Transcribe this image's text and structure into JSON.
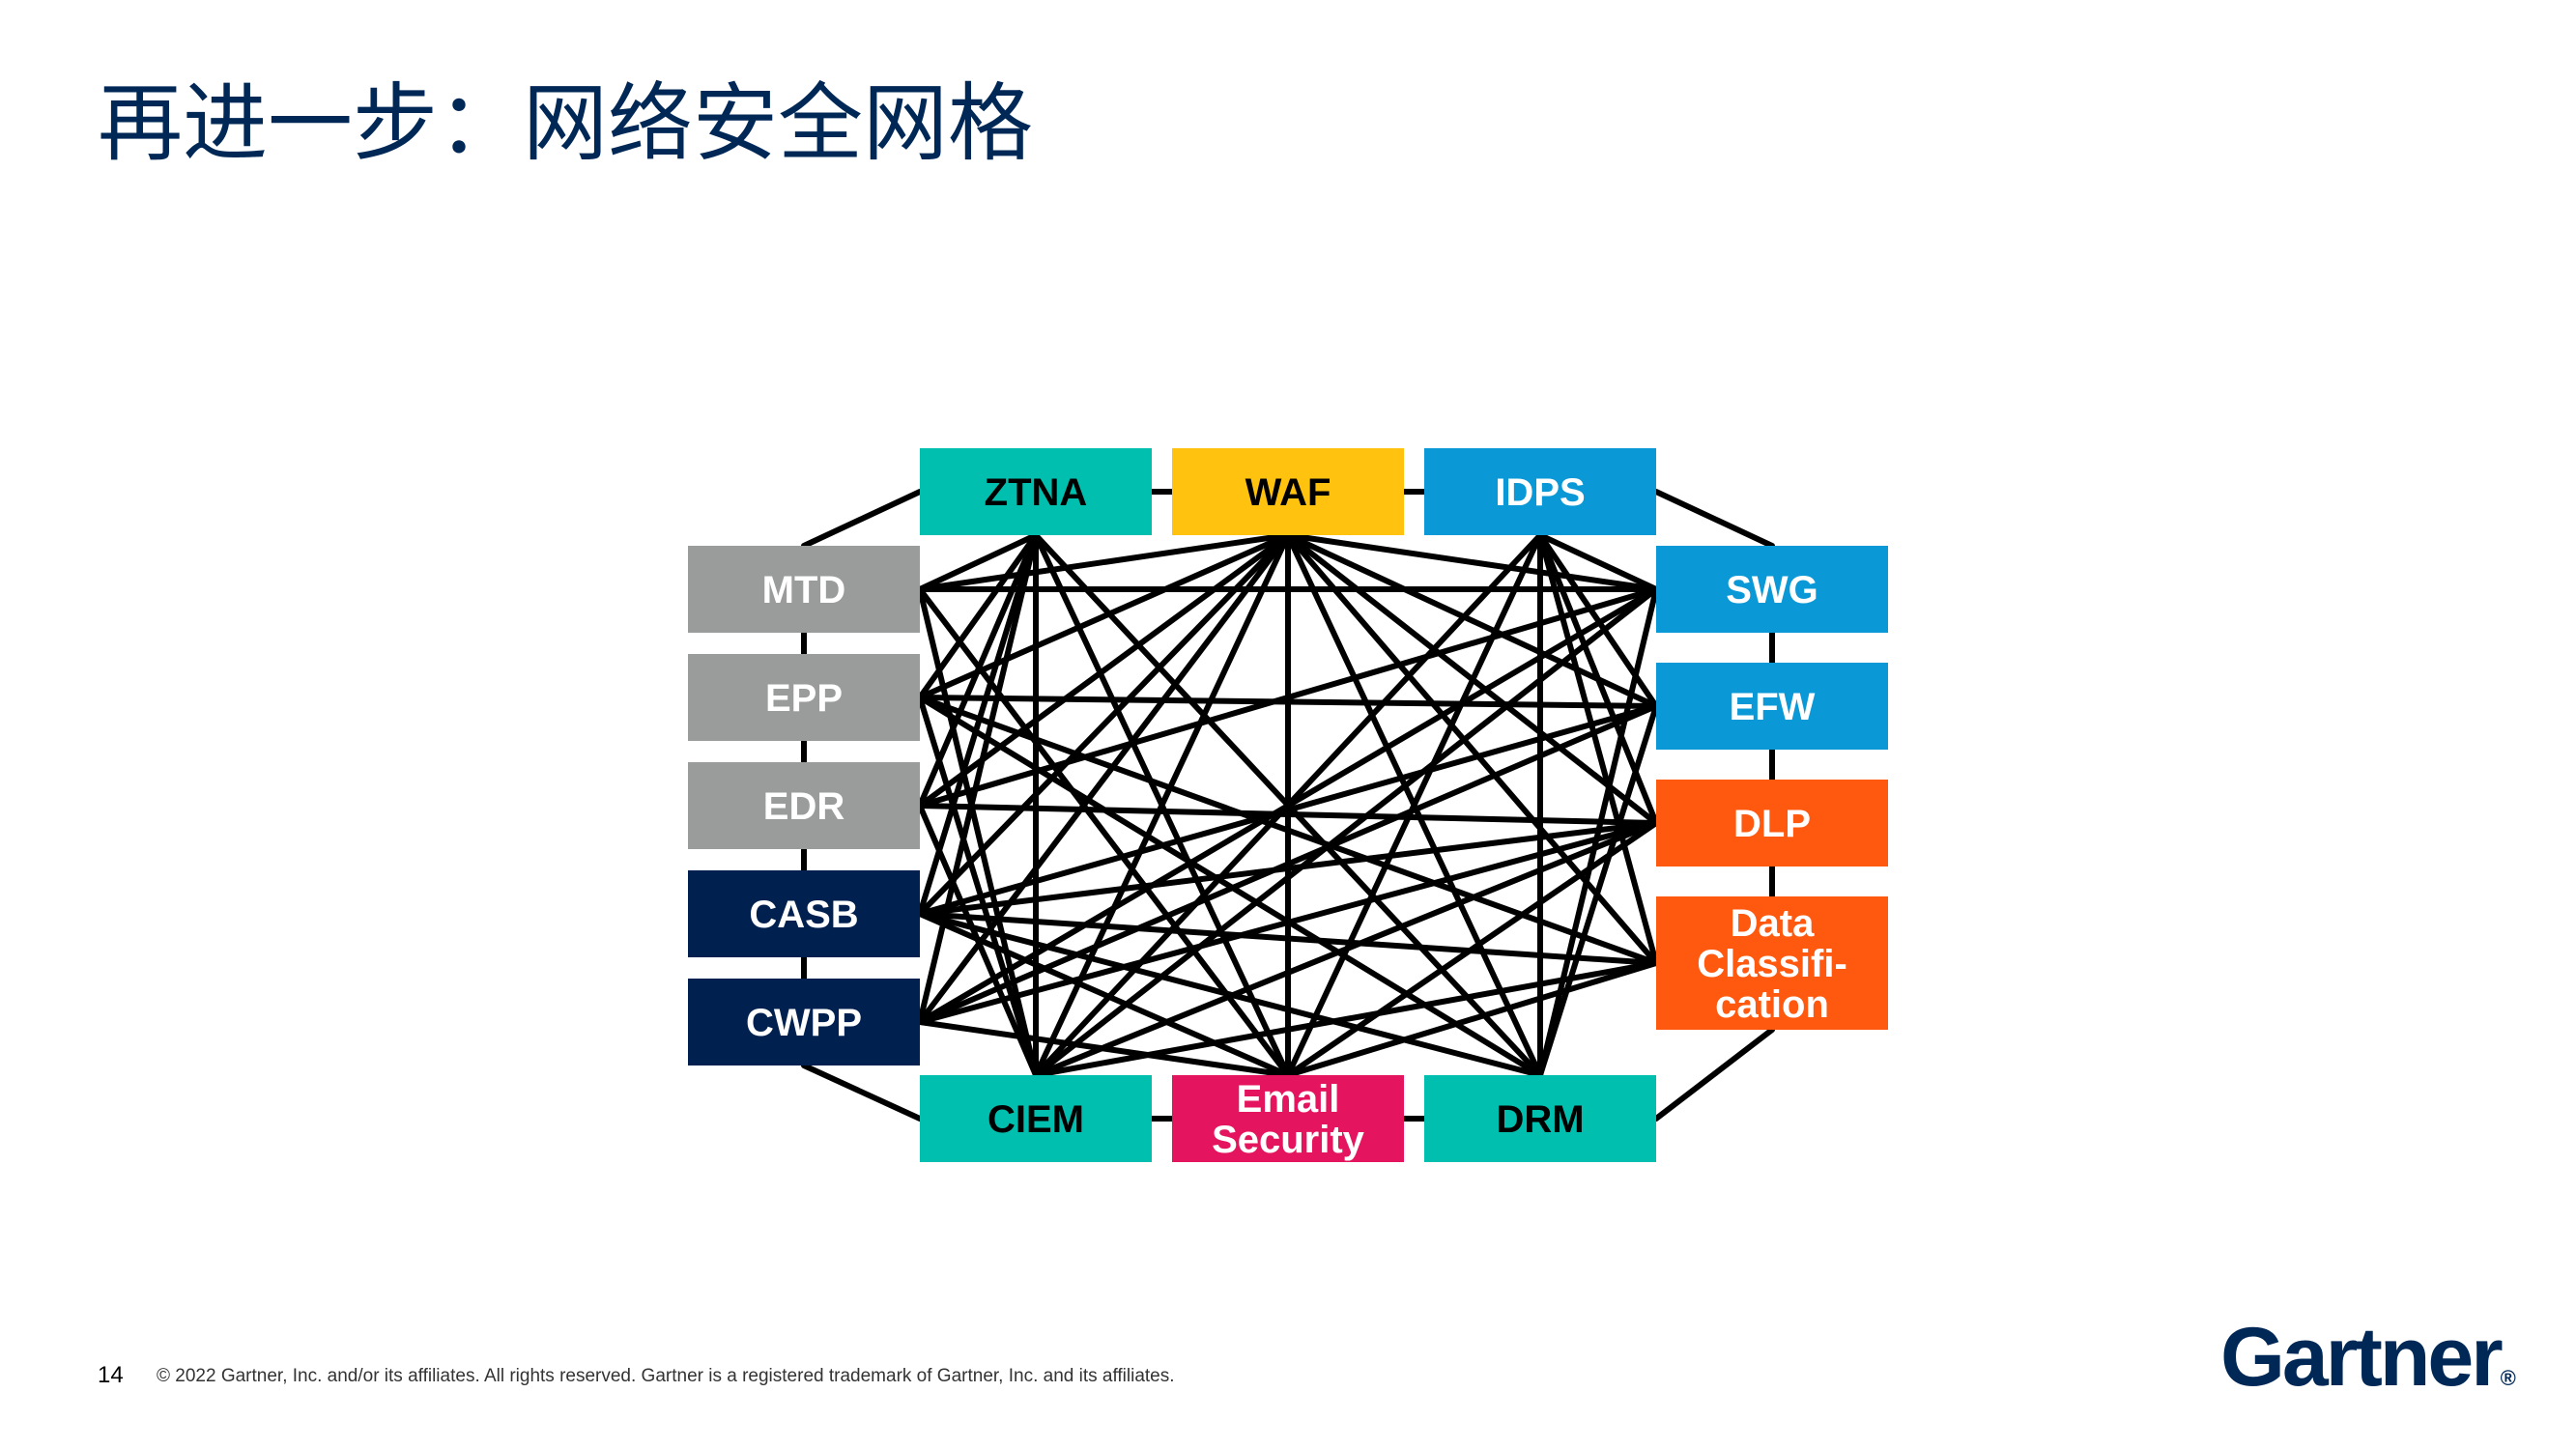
{
  "slide": {
    "title": "再进一步：网络安全网格",
    "page_number": "14",
    "copyright": "© 2022 Gartner, Inc. and/or its affiliates. All rights reserved. Gartner is a registered trademark of Gartner, Inc. and its affiliates.",
    "logo_text": "Gartner",
    "logo_mark": "®"
  },
  "colors": {
    "title": "#002856",
    "teal": "#00BFAE",
    "yellow": "#FFC20E",
    "blue": "#0A98D6",
    "gray": "#9A9C9C",
    "navy": "#00204F",
    "orange": "#FF580F",
    "magenta": "#E5145E",
    "line": "#000000"
  },
  "nodes": [
    {
      "id": "ztna",
      "lines": [
        "ZTNA"
      ],
      "color": "teal",
      "text_color": "#000000"
    },
    {
      "id": "waf",
      "lines": [
        "WAF"
      ],
      "color": "yellow",
      "text_color": "#000000"
    },
    {
      "id": "idps",
      "lines": [
        "IDPS"
      ],
      "color": "blue",
      "text_color": "#FFFFFF"
    },
    {
      "id": "mtd",
      "lines": [
        "MTD"
      ],
      "color": "gray",
      "text_color": "#FFFFFF"
    },
    {
      "id": "epp",
      "lines": [
        "EPP"
      ],
      "color": "gray",
      "text_color": "#FFFFFF"
    },
    {
      "id": "edr",
      "lines": [
        "EDR"
      ],
      "color": "gray",
      "text_color": "#FFFFFF"
    },
    {
      "id": "casb",
      "lines": [
        "CASB"
      ],
      "color": "navy",
      "text_color": "#FFFFFF"
    },
    {
      "id": "cwpp",
      "lines": [
        "CWPP"
      ],
      "color": "navy",
      "text_color": "#FFFFFF"
    },
    {
      "id": "swg",
      "lines": [
        "SWG"
      ],
      "color": "blue",
      "text_color": "#FFFFFF"
    },
    {
      "id": "efw",
      "lines": [
        "EFW"
      ],
      "color": "blue",
      "text_color": "#FFFFFF"
    },
    {
      "id": "dlp",
      "lines": [
        "DLP"
      ],
      "color": "orange",
      "text_color": "#FFFFFF"
    },
    {
      "id": "dataclass",
      "lines": [
        "Data",
        "Classifi-",
        "cation"
      ],
      "color": "orange",
      "text_color": "#FFFFFF"
    },
    {
      "id": "ciem",
      "lines": [
        "CIEM"
      ],
      "color": "teal",
      "text_color": "#000000"
    },
    {
      "id": "email",
      "lines": [
        "Email",
        "Security"
      ],
      "color": "magenta",
      "text_color": "#FFFFFF"
    },
    {
      "id": "drm",
      "lines": [
        "DRM"
      ],
      "color": "teal",
      "text_color": "#000000"
    }
  ],
  "ring_edges": [
    [
      "ztna",
      "waf"
    ],
    [
      "waf",
      "idps"
    ],
    [
      "idps",
      "swg"
    ],
    [
      "swg",
      "efw"
    ],
    [
      "efw",
      "dlp"
    ],
    [
      "dlp",
      "dataclass"
    ],
    [
      "dataclass",
      "drm"
    ],
    [
      "drm",
      "email"
    ],
    [
      "email",
      "ciem"
    ],
    [
      "ciem",
      "cwpp"
    ],
    [
      "cwpp",
      "casb"
    ],
    [
      "casb",
      "edr"
    ],
    [
      "edr",
      "epp"
    ],
    [
      "epp",
      "mtd"
    ],
    [
      "mtd",
      "ztna"
    ]
  ],
  "mesh_edges": [
    [
      "ztna",
      "ciem"
    ],
    [
      "ztna",
      "email"
    ],
    [
      "ztna",
      "drm"
    ],
    [
      "ztna",
      "mtd"
    ],
    [
      "ztna",
      "epp"
    ],
    [
      "ztna",
      "edr"
    ],
    [
      "ztna",
      "casb"
    ],
    [
      "ztna",
      "cwpp"
    ],
    [
      "waf",
      "ciem"
    ],
    [
      "waf",
      "email"
    ],
    [
      "waf",
      "drm"
    ],
    [
      "waf",
      "mtd"
    ],
    [
      "waf",
      "epp"
    ],
    [
      "waf",
      "edr"
    ],
    [
      "waf",
      "casb"
    ],
    [
      "waf",
      "cwpp"
    ],
    [
      "waf",
      "swg"
    ],
    [
      "waf",
      "efw"
    ],
    [
      "waf",
      "dlp"
    ],
    [
      "waf",
      "dataclass"
    ],
    [
      "idps",
      "ciem"
    ],
    [
      "idps",
      "email"
    ],
    [
      "idps",
      "drm"
    ],
    [
      "idps",
      "swg"
    ],
    [
      "idps",
      "efw"
    ],
    [
      "idps",
      "dlp"
    ],
    [
      "idps",
      "dataclass"
    ],
    [
      "mtd",
      "swg"
    ],
    [
      "mtd",
      "ciem"
    ],
    [
      "mtd",
      "email"
    ],
    [
      "epp",
      "dataclass"
    ],
    [
      "epp",
      "ciem"
    ],
    [
      "epp",
      "efw"
    ],
    [
      "epp",
      "drm"
    ],
    [
      "edr",
      "swg"
    ],
    [
      "edr",
      "dlp"
    ],
    [
      "edr",
      "ciem"
    ],
    [
      "casb",
      "dlp"
    ],
    [
      "casb",
      "dataclass"
    ],
    [
      "casb",
      "efw"
    ],
    [
      "casb",
      "drm"
    ],
    [
      "casb",
      "email"
    ],
    [
      "cwpp",
      "efw"
    ],
    [
      "cwpp",
      "dlp"
    ],
    [
      "cwpp",
      "swg"
    ],
    [
      "cwpp",
      "email"
    ],
    [
      "ciem",
      "swg"
    ],
    [
      "ciem",
      "dlp"
    ],
    [
      "ciem",
      "dataclass"
    ],
    [
      "email",
      "dlp"
    ],
    [
      "email",
      "dataclass"
    ],
    [
      "drm",
      "swg"
    ],
    [
      "drm",
      "efw"
    ]
  ]
}
